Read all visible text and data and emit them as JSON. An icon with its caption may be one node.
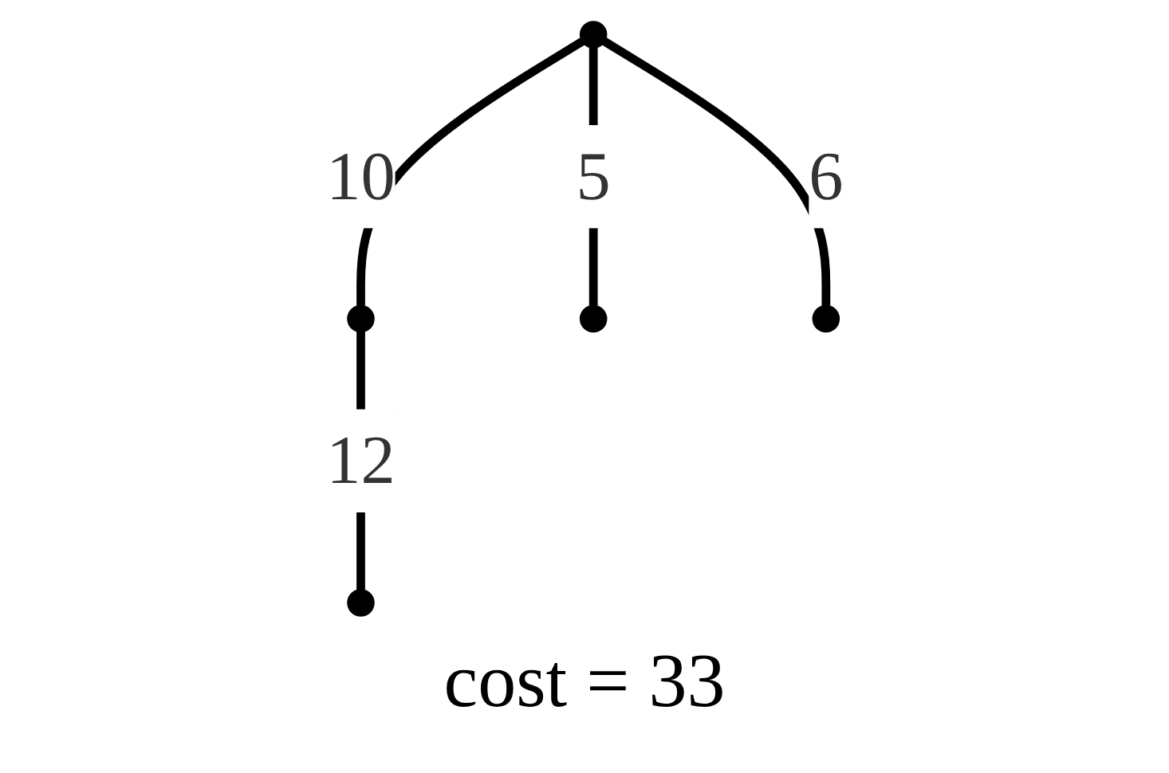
{
  "diagram": {
    "caption": "cost = 33",
    "nodes": [
      {
        "text": [],
        "shape": "circle"
      },
      {
        "text": [],
        "shape": "circle"
      },
      {
        "text": [],
        "shape": "circle"
      },
      {
        "text": [],
        "shape": "circle"
      },
      {
        "text": [],
        "shape": "circle"
      }
    ],
    "edges": [
      {
        "from": 0,
        "to": 2,
        "arrow": "none",
        "label": "5"
      },
      {
        "from": 0,
        "to": 1,
        "arrow": "none",
        "label": "10"
      },
      {
        "from": 0,
        "to": 3,
        "arrow": "none",
        "label": "6"
      },
      {
        "from": 1,
        "to": 4,
        "arrow": "none",
        "label": "12"
      }
    ]
  }
}
